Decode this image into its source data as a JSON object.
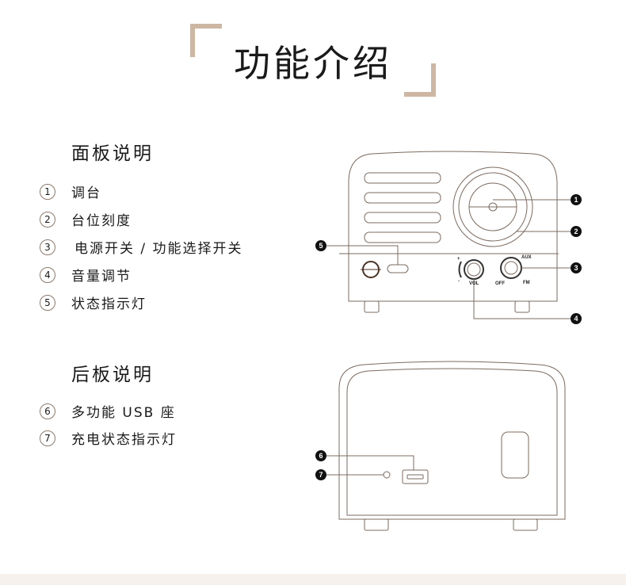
{
  "title": "功能介绍",
  "front": {
    "heading": "面板说明",
    "items": [
      {
        "num": "1",
        "label": "调台"
      },
      {
        "num": "2",
        "label": "台位刻度"
      },
      {
        "num": "3",
        "label": "电源开关 / 功能选择开关"
      },
      {
        "num": "4",
        "label": "音量调节"
      },
      {
        "num": "5",
        "label": "状态指示灯"
      }
    ],
    "knob_labels": {
      "vol": "VOL",
      "off": "OFF",
      "fm": "FM",
      "aux": "AUX",
      "plus": "+",
      "minus": "-"
    }
  },
  "back": {
    "heading": "后板说明",
    "items": [
      {
        "num": "6",
        "label": "多功能 USB 座"
      },
      {
        "num": "7",
        "label": "充电状态指示灯"
      }
    ]
  },
  "callouts": [
    "1",
    "2",
    "3",
    "4",
    "5",
    "6",
    "7"
  ],
  "colors": {
    "accent": "#cdb7a3",
    "line": "#7b6b5f"
  }
}
